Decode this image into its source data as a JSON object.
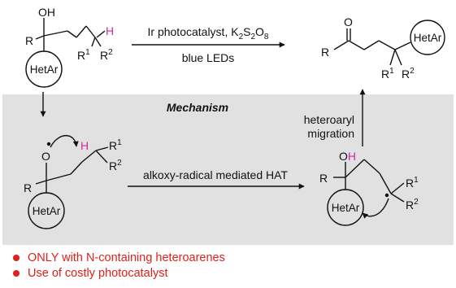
{
  "colors": {
    "mechanism_panel": "#e1e1e1",
    "ink": "#111111",
    "hydrogen_highlight": "#cc2aa0",
    "drawback_red": "#e0201a"
  },
  "top_reaction": {
    "reagent_line_prefix": "Ir photocatalyst, K",
    "oxidant_k_subscript": "2",
    "oxidant_s": "S",
    "oxidant_s_subscript": "2",
    "oxidant_o": "O",
    "oxidant_o_subscript": "8",
    "conditions_line": "blue LEDs"
  },
  "mechanism": {
    "title": "Mechanism",
    "hat_step": "alkoxy-radical mediated HAT",
    "migration_step_line1": "heteroaryl",
    "migration_step_line2": "migration"
  },
  "labels": {
    "oh": "OH",
    "o": "O",
    "h": "H",
    "r": "R",
    "r1": "R",
    "r1_sup": "1",
    "r2": "R",
    "r2_sup": "2",
    "hetar": "HetAr"
  },
  "drawbacks": [
    "ONLY with N-containing heteroarenes",
    "Use of costly photocatalyst"
  ]
}
